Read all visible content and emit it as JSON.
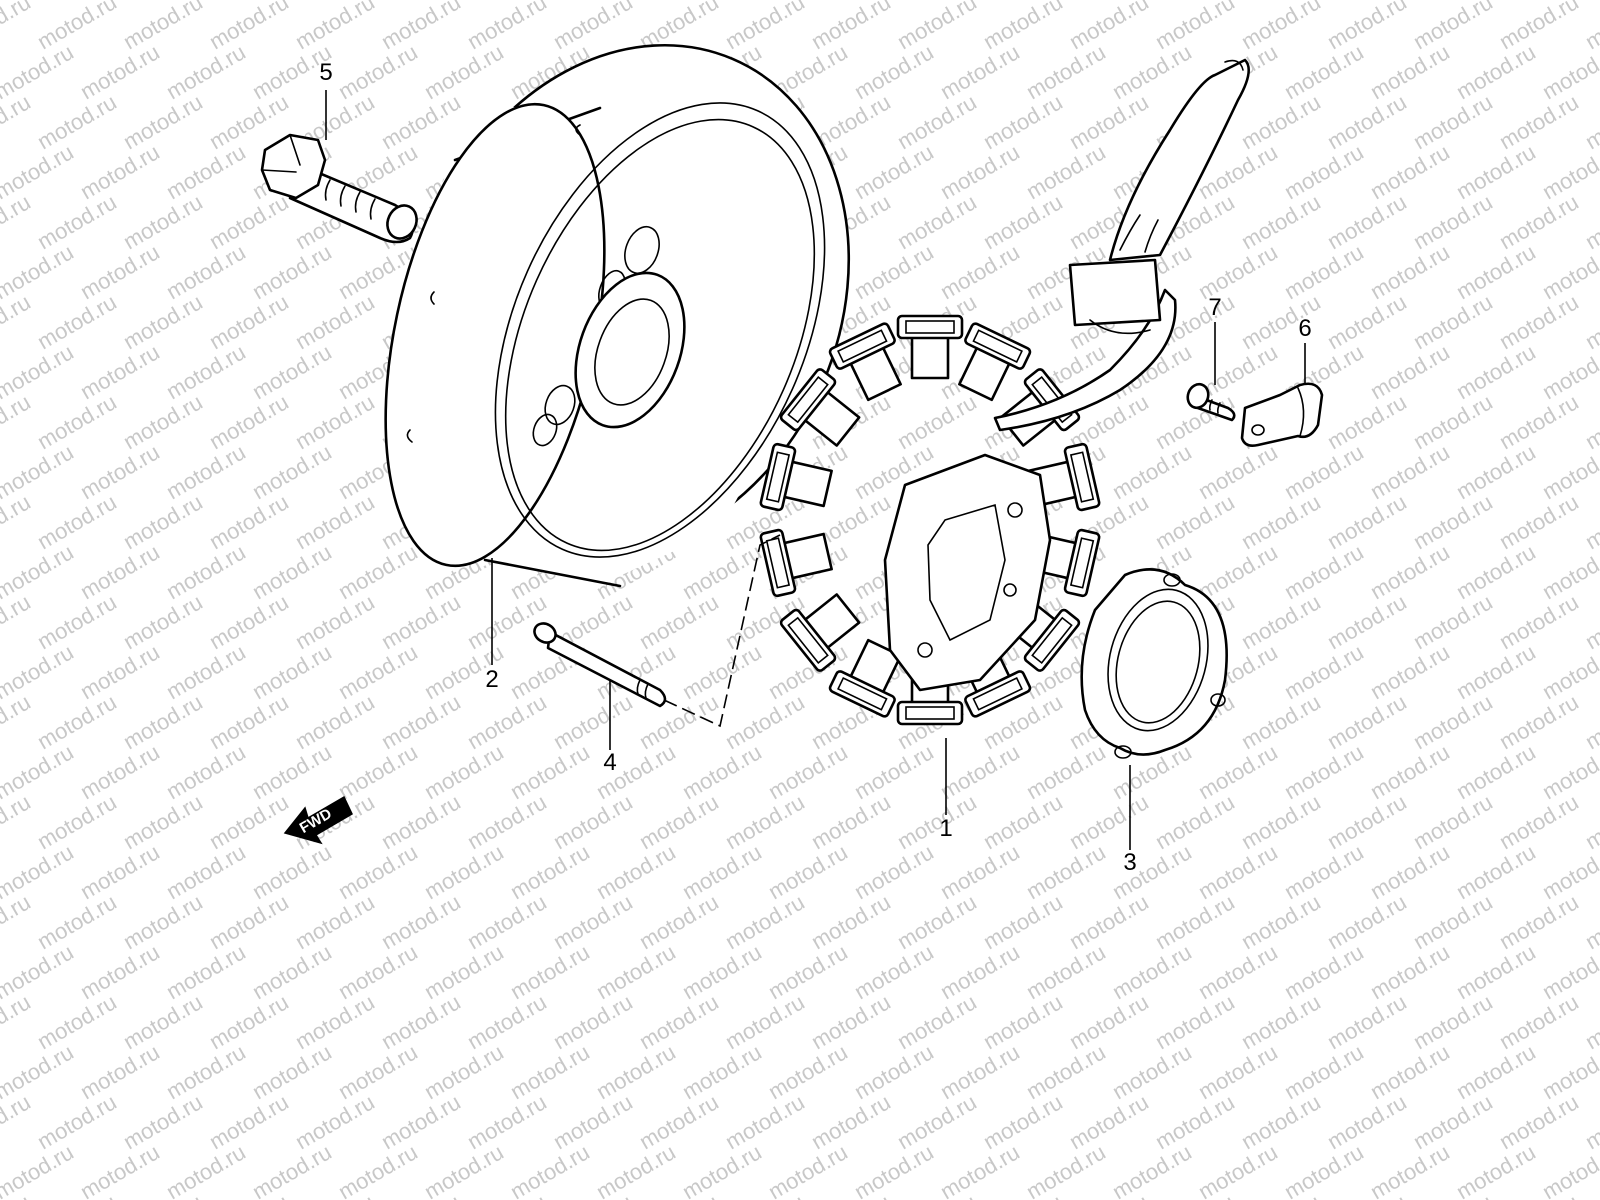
{
  "watermark": {
    "text": "motod.ru",
    "color": "#c8c8c8"
  },
  "callouts": [
    {
      "id": "1",
      "label": "1",
      "part": "stator"
    },
    {
      "id": "2",
      "label": "2",
      "part": "rotor"
    },
    {
      "id": "3",
      "label": "3",
      "part": "gasket"
    },
    {
      "id": "4",
      "label": "4",
      "part": "long-bolt"
    },
    {
      "id": "5",
      "label": "5",
      "part": "flange-bolt"
    },
    {
      "id": "6",
      "label": "6",
      "part": "wire-clamp"
    },
    {
      "id": "7",
      "label": "7",
      "part": "screw"
    }
  ],
  "fwd": {
    "label": "FWD"
  },
  "line_color": "#000000"
}
